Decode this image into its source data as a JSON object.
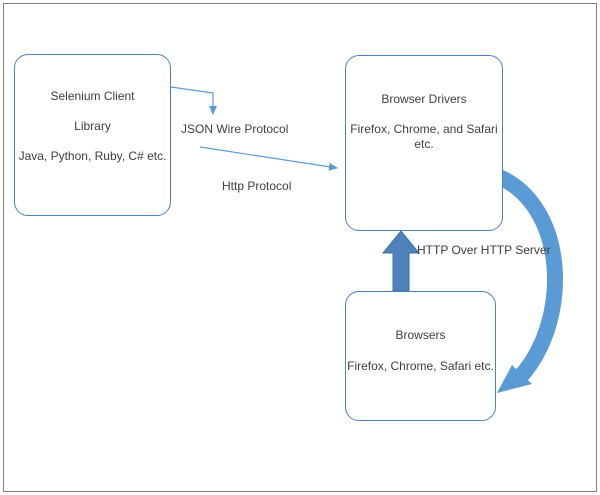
{
  "diagram": {
    "boxes": {
      "selenium_client": {
        "lines": [
          "Selenium Client",
          "Library",
          "Java, Python, Ruby, C# etc."
        ]
      },
      "browser_drivers": {
        "lines": [
          "Browser Drivers",
          "Firefox, Chrome, and Safari etc."
        ]
      },
      "browsers": {
        "lines": [
          "Browsers",
          "Firefox, Chrome, Safari etc."
        ]
      }
    },
    "labels": {
      "json_wire_protocol": "JSON Wire Protocol",
      "http_protocol": "Http Protocol",
      "http_over_http_server": "HTTP Over HTTP Server"
    },
    "colors": {
      "box_border": "#4f81bd",
      "thin_arrow": "#5b9bd5",
      "block_arrow": "#4f81bd",
      "curved_arrow": "#5b9bd5",
      "text": "#3f3f3f",
      "outer_border": "#808080"
    }
  }
}
